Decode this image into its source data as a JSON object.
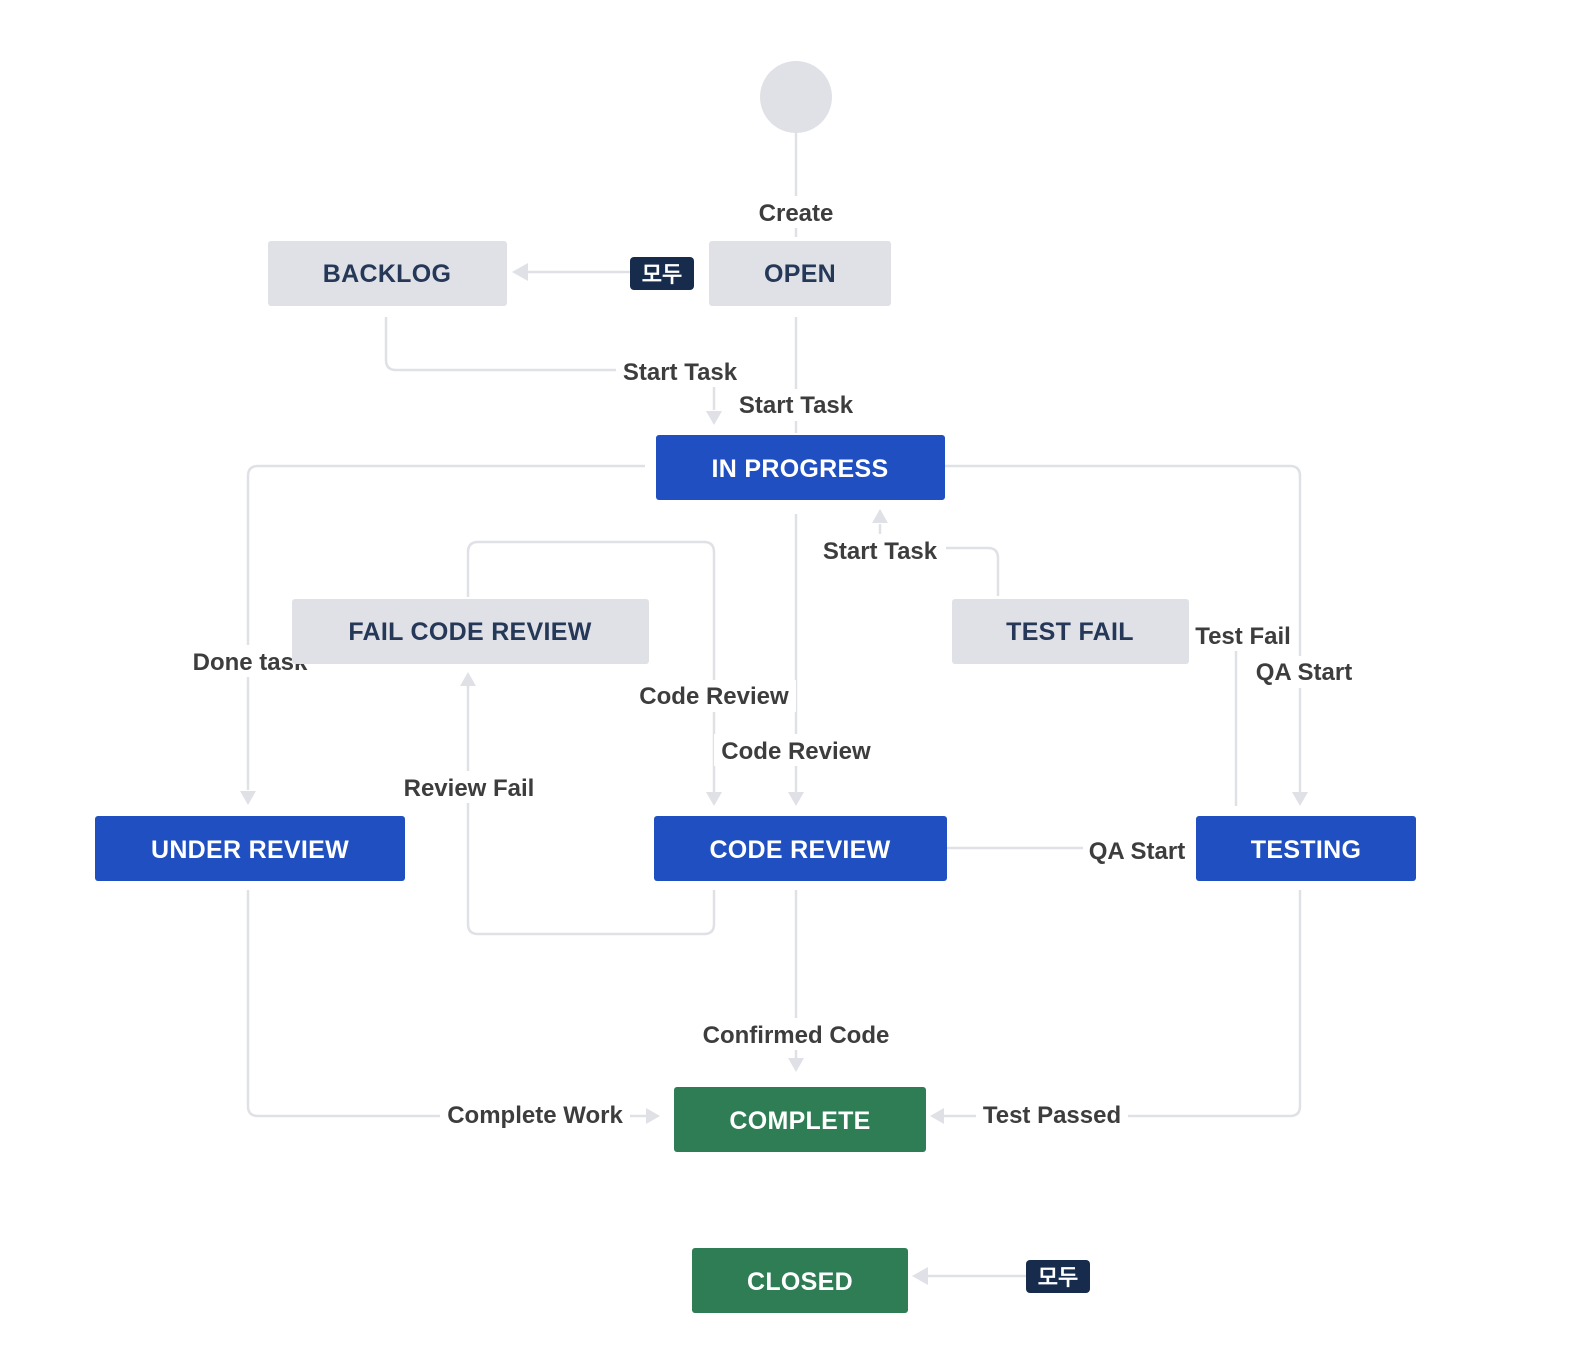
{
  "colors": {
    "todo_fill": "#dfe1e6",
    "todo_text": "#253858",
    "in_progress_fill": "#1f4fc0",
    "in_progress_text": "#ffffff",
    "done_fill": "#2e7d55",
    "done_text": "#ffffff",
    "connector": "#dfe1e6",
    "badge_fill": "#172b4d",
    "label_text": "#3d3d3d"
  },
  "statuses": {
    "backlog": {
      "label": "BACKLOG",
      "category": "todo"
    },
    "open": {
      "label": "OPEN",
      "category": "todo"
    },
    "in_progress": {
      "label": "IN PROGRESS",
      "category": "in_progress"
    },
    "fail_code_review": {
      "label": "FAIL CODE REVIEW",
      "category": "todo"
    },
    "test_fail": {
      "label": "TEST FAIL",
      "category": "todo"
    },
    "under_review": {
      "label": "UNDER REVIEW",
      "category": "in_progress"
    },
    "code_review": {
      "label": "CODE REVIEW",
      "category": "in_progress"
    },
    "testing": {
      "label": "TESTING",
      "category": "in_progress"
    },
    "complete": {
      "label": "COMPLETE",
      "category": "done"
    },
    "closed": {
      "label": "CLOSED",
      "category": "done"
    }
  },
  "transitions": {
    "create": "Create",
    "backlog_start_task": "Start Task",
    "open_start_task": "Start Task",
    "test_fail_start_task": "Start Task",
    "done_task": "Done task",
    "code_review_from_fail": "Code Review",
    "code_review_from_progress": "Code Review",
    "review_fail": "Review Fail",
    "test_fail": "Test Fail",
    "qa_start_from_progress": "QA Start",
    "qa_start_from_code_review": "QA Start",
    "confirmed_code": "Confirmed Code",
    "complete_work": "Complete Work",
    "test_passed": "Test Passed"
  },
  "global_badges": {
    "to_backlog": "모두",
    "to_closed": "모두"
  }
}
